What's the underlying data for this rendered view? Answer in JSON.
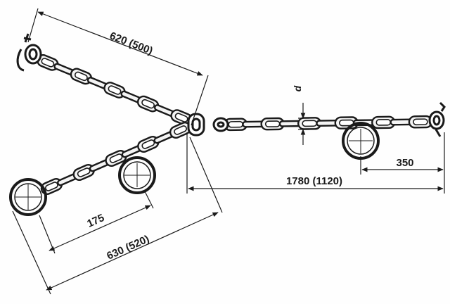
{
  "diagram": {
    "dimensions": {
      "upper_leg_length": "620 (500)",
      "lower_leg_length": "630 (520)",
      "ring_spacing_short": "175",
      "main_chain_length": "1780 (1120)",
      "end_ring_offset": "350",
      "link_diameter_symbol": "d"
    },
    "colors": {
      "line": "#1a1a1a",
      "link_fill": "#f4f4f4",
      "background": "#fefefe"
    }
  }
}
